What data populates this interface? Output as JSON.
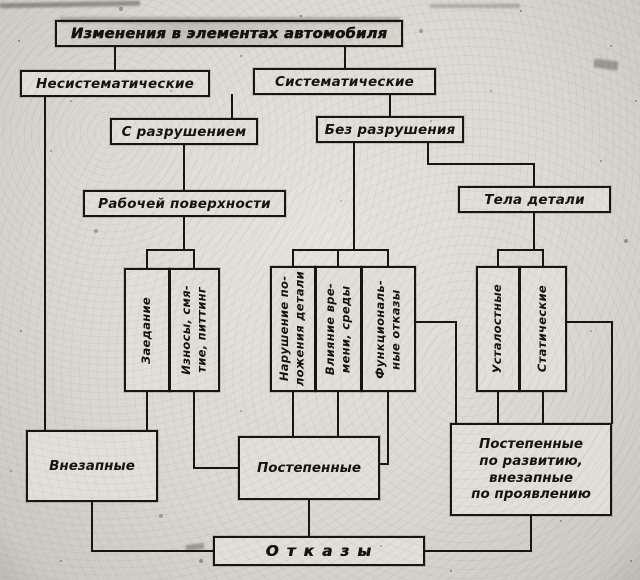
{
  "diagram": {
    "title": "Изменения в элементах автомобиля",
    "level1": {
      "nonsystematic": "Несистематические",
      "systematic": "Систематические"
    },
    "level2": {
      "with_destruction": "С разрушением",
      "without_destruction": "Без разрушения"
    },
    "level3": {
      "working_surface": "Рабочей поверхности",
      "part_body": "Тела детали"
    },
    "causes": {
      "seizing": "Заедание",
      "wear": "Износы, смя-\nтие, питтинг",
      "position": "Нарушение по-\nложения детали",
      "environment": "Влияние вре-\nмени, среды",
      "functional": "Функциональ-\nные отказы",
      "fatigue": "Усталостные",
      "static": "Статические"
    },
    "failure_types": {
      "sudden": "Внезапные",
      "gradual": "Постепенные",
      "gradual_sudden": "Постепенные\nпо развитию,\nвнезапные\nпо проявлению"
    },
    "result": "О т к а з ы"
  },
  "colors": {
    "ink": "#17150f",
    "paper": "#dcd9d2"
  }
}
